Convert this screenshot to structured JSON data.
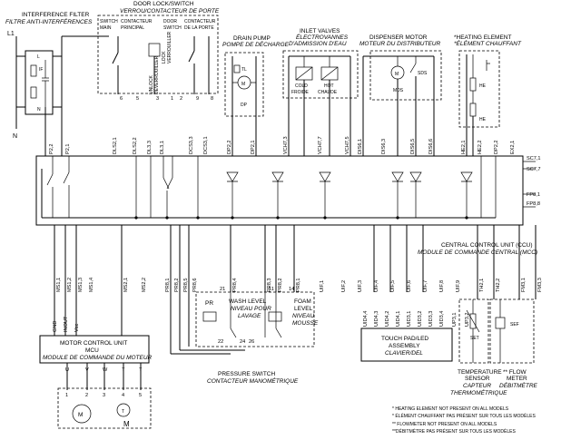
{
  "interference_filter": {
    "title": "INTERFERENCE FILTER",
    "title_fr": "FILTRE ANTI-INTERFÉRENCES",
    "line_label": "L1",
    "neutral_label": "N",
    "terminal_l": "L",
    "terminal_n": "N",
    "component_label": "IF"
  },
  "door_lock": {
    "title": "DOOR LOCK/SWITCH",
    "title_fr": "VERROU/CONTACTEUR DE PORTE",
    "main_switch_en": "SWITCH",
    "main_switch_en2": "MAIN",
    "main_switch_fr": "CONTACTEUR",
    "main_switch_fr2": "PRINCIPAL",
    "unlock_en": "UNLOCK",
    "unlock_fr": "DÉVERROUILLER",
    "lock_en": "LOCK",
    "lock_fr": "VERROUILLER",
    "door_switch_en": "DOOR",
    "door_switch_en2": "SWITCH",
    "door_switch_fr": "CONTACTEUR",
    "door_switch_fr2": "DE LA PORTE",
    "pins": [
      "6",
      "5",
      "3",
      "1",
      "2",
      "9",
      "8"
    ]
  },
  "drain_pump": {
    "title": "DRAIN PUMP",
    "title_fr": "POMPE DE DÉCHARGE",
    "tl": "TL",
    "motor": "M",
    "dp": "DP"
  },
  "inlet_valves": {
    "title": "INLET VALVES",
    "title_fr": "ÉLECTROVANNES",
    "title_fr2": "D'ADMISSION D'EAU",
    "cold": "COLD",
    "cold_fr": "FROIDE",
    "hot": "HOT",
    "hot_fr": "CHAUDE"
  },
  "dispenser_motor": {
    "title": "DISPENSER MOTOR",
    "title_fr": "MOTEUR DU DISTRIBUTEUR",
    "motor": "M",
    "sds": "SDS",
    "mds": "MDS"
  },
  "heating_element": {
    "title": "*HEATING ELEMENT",
    "title_fr": "*ÉLÉMENT CHAUFFANT",
    "he1": "HE",
    "he2": "HE"
  },
  "ccu_connectors_top": [
    "P2,2",
    "P2,1",
    "DLS2,1",
    "DLS2,2",
    "DL3,3",
    "DL3,1",
    "DCS3,3",
    "DCS3,1",
    "DP2,2",
    "DP2,1",
    "VCH7,3",
    "VCH7,7",
    "VCH7,5",
    "DIS6,1",
    "DIS6,3",
    "DIS6,5",
    "DIS6,6",
    "HE2,1",
    "HE2,2",
    "DP2,2",
    "EX2,1"
  ],
  "ccu_right_labels": [
    "SC7,1",
    "SC7,7",
    "FP8,1",
    "FP8,8"
  ],
  "ccu": {
    "title": "CENTRAL CONTROL UNIT (CCU)",
    "title_fr": "MODULE DE COMMANDE CENTRAL (MCC)"
  },
  "ccu_connectors_bottom": [
    "MS1,1",
    "MS1,2",
    "MS1,3",
    "MS1,4",
    "MS2,1",
    "MS2,2",
    "PR8,1",
    "PR8,2",
    "PR8,5",
    "PR8,6",
    "PR8,4",
    "PR8,3",
    "PR8,2",
    "PR8,1",
    "UIF,1",
    "UIF,2",
    "UIF,3",
    "UIF,4",
    "UIF,5",
    "UIF,6",
    "UIF,7",
    "UIF,8",
    "UIF,9",
    "TH2,1",
    "TH2,2",
    "FM3,1",
    "FM3,3"
  ],
  "mcu": {
    "title": "MOTOR CONTROL UNIT",
    "abbr": "MCU",
    "title_fr": "MODULE DE COMMANDE DU MOTEUR",
    "pins": [
      "GND",
      "INOUT",
      "Vcc"
    ],
    "outputs": [
      "U",
      "V",
      "W",
      "T",
      "T"
    ],
    "motor_pins": [
      "1",
      "2",
      "3",
      "4",
      "5"
    ],
    "motor_label": "M",
    "tach_label": "T"
  },
  "pressure_switch": {
    "title": "PRESSURE SWITCH",
    "title_fr": "CONTACTEUR MANOMÉTRIQUE",
    "pr": "PR",
    "wash_level_en": "WASH LEVEL",
    "wash_level_fr": "NIVEAU POUR",
    "wash_level_fr2": "LAVAGE",
    "foam_en": "FOAM",
    "foam_en2": "LEVEL",
    "foam_fr": "NIVEAU",
    "foam_fr2": "MOUSSE",
    "pins": [
      "21",
      "11",
      "14",
      "22",
      "24",
      "26"
    ]
  },
  "touch_pad": {
    "title": "TOUCH PAD/LED",
    "title2": "ASSEMBLY",
    "title_fr": "CLAVIER/DEL",
    "connectors": [
      "UID4,4",
      "UID4,3",
      "UID4,2",
      "UID4,1",
      "UID3,1",
      "UID3,2",
      "UID3,3",
      "UID3,4"
    ]
  },
  "temperature_sensor": {
    "title": "TEMPERATURE",
    "title2": "SENSOR",
    "title_fr": "CAPTEUR",
    "title_fr2": "THERMOMÉTRIQUE",
    "label": "SET",
    "connectors": [
      "UP3,1",
      "UP3,2"
    ]
  },
  "flow_meter": {
    "title": "** FLOW",
    "title2": "METER",
    "title_fr": "DÉBITMÈTRE",
    "label": "SEF",
    "connectors": [
      "TH2,1",
      "TH2,2"
    ]
  },
  "footnotes": [
    "* HEATING ELEMENT NOT PRESENT ON ALL MODELS",
    "* ÉLÉMENT CHAUFFANT PAS PRÉSENT SUR TOUS LES MODÈLES",
    "** FLOWMETER NOT PRESENT ON ALL MODELS",
    "**DÉBITMÈTRE PAS PRÉSENT SUR TOUS LES MODÈLES"
  ]
}
